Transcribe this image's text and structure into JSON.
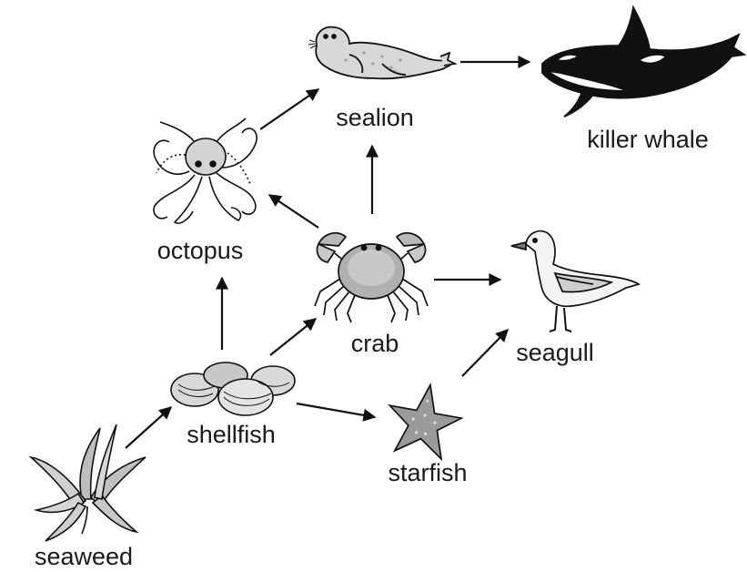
{
  "food_web": {
    "organisms": {
      "sealion": "sealion",
      "killer_whale": "killer whale",
      "octopus": "octopus",
      "crab": "crab",
      "seagull": "seagull",
      "shellfish": "shellfish",
      "starfish": "starfish",
      "seaweed": "seaweed"
    },
    "links": [
      {
        "from": "seaweed",
        "to": "shellfish"
      },
      {
        "from": "shellfish",
        "to": "octopus"
      },
      {
        "from": "shellfish",
        "to": "crab"
      },
      {
        "from": "shellfish",
        "to": "starfish"
      },
      {
        "from": "crab",
        "to": "octopus"
      },
      {
        "from": "crab",
        "to": "sealion"
      },
      {
        "from": "crab",
        "to": "seagull"
      },
      {
        "from": "starfish",
        "to": "seagull"
      },
      {
        "from": "octopus",
        "to": "sealion"
      },
      {
        "from": "sealion",
        "to": "killer_whale"
      }
    ],
    "icons": [
      "sealion-icon",
      "killer-whale-icon",
      "octopus-icon",
      "crab-icon",
      "seagull-icon",
      "shellfish-icon",
      "starfish-icon",
      "seaweed-icon"
    ]
  }
}
